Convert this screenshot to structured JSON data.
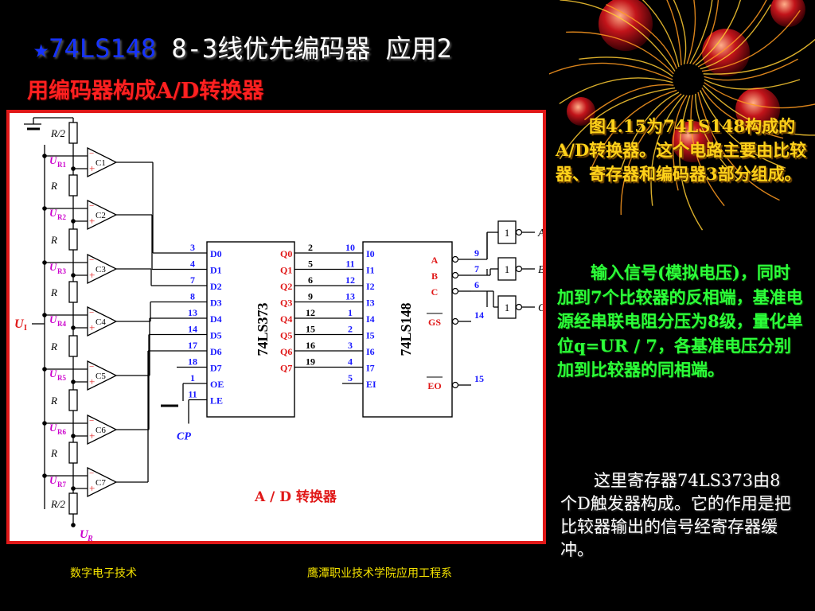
{
  "title": {
    "star": "★",
    "model": "74LS148",
    "rest": " 8-3线优先编码器 应用2"
  },
  "subtitle": "用编码器构成A/D转换器",
  "diagram": {
    "caption": "A / D 转换器",
    "input_label": "U",
    "input_sub": "I",
    "ref_label": "U",
    "ref_sub": "R",
    "cp_label": "CP",
    "resistors": [
      "R/2",
      "R",
      "R",
      "R",
      "R",
      "R",
      "R",
      "R/2"
    ],
    "ur_labels": [
      "UR1",
      "UR2",
      "UR3",
      "UR4",
      "UR5",
      "UR6",
      "UR7"
    ],
    "comparators": [
      "C1",
      "C2",
      "C3",
      "C4",
      "C5",
      "C6",
      "C7"
    ],
    "reg_name": "74LS373",
    "reg_inputs": [
      "D0",
      "D1",
      "D2",
      "D3",
      "D4",
      "D5",
      "D6",
      "D7",
      "OE",
      "LE"
    ],
    "reg_input_pins": [
      "3",
      "4",
      "7",
      "8",
      "13",
      "14",
      "17",
      "18",
      "1",
      "11"
    ],
    "reg_outputs": [
      "Q0",
      "Q1",
      "Q2",
      "Q3",
      "Q4",
      "Q5",
      "Q6",
      "Q7"
    ],
    "reg_output_pins": [
      "2",
      "5",
      "6",
      "9",
      "12",
      "15",
      "16",
      "19"
    ],
    "enc_name": "74LS148",
    "enc_inputs": [
      "I0",
      "I1",
      "I2",
      "I3",
      "I4",
      "I5",
      "I6",
      "I7",
      "EI"
    ],
    "enc_input_pins": [
      "10",
      "11",
      "12",
      "13",
      "1",
      "2",
      "3",
      "4",
      "5"
    ],
    "enc_outputs": [
      "A",
      "B",
      "C",
      "GS",
      "EO"
    ],
    "enc_output_pins": [
      "9",
      "7",
      "6",
      "14",
      "15"
    ],
    "inverters": [
      "1",
      "1",
      "1"
    ],
    "outputs": [
      "A",
      "B",
      "C"
    ]
  },
  "para1": "图4.15为74LS148构成的A/D转换器。这个电路主要由比较器、寄存器和编码器3部分组成。",
  "para2": "输入信号(模拟电压)，同时加到7个比较器的反相端，基准电源经串联电阻分压为8级，量化单位q=UR / 7，各基准电压分别加到比较器的同相端。",
  "para3": "这里寄存器74LS373由8个D触发器构成。它的作用是把比较器输出的信号经寄存器缓冲。",
  "footer_left": "数字电子技术",
  "footer_right": "鹰潭职业技术学院应用工程系",
  "colors": {
    "title_blue": "#1633ff",
    "subtitle_red": "#ff2020",
    "para_yellow": "#ffd21a",
    "para_green": "#2cff3a",
    "frame_red": "#e01818",
    "label_magenta": "#cc00cc",
    "label_blue": "#1a1aff"
  }
}
